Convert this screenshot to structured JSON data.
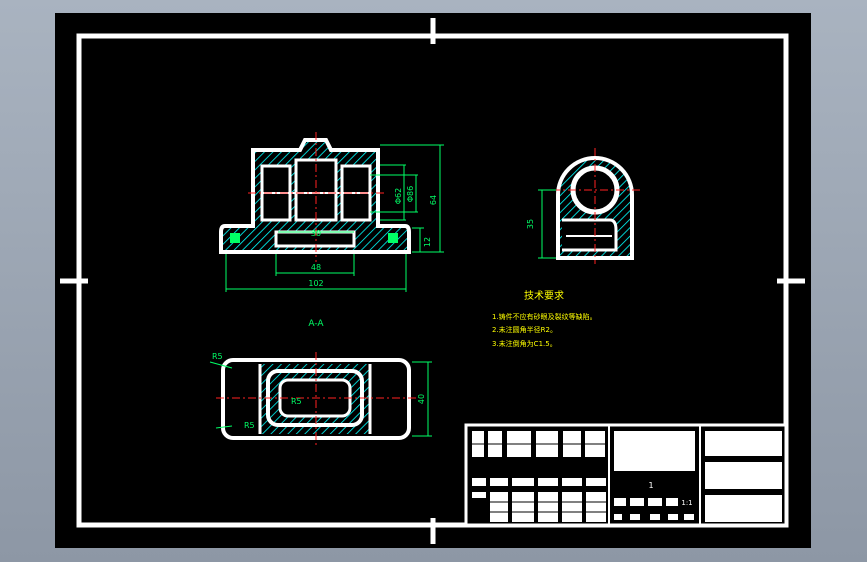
{
  "colors": {
    "background": "#9aa4b1",
    "paper": "#000000",
    "frame": "#ffffff",
    "dimension": "#00ff66",
    "centerline": "#ff2222",
    "hatch": "#00ffff",
    "text": "#ffff00"
  },
  "front_view": {
    "dims": {
      "phi62": "Φ62",
      "phi86": "Φ86",
      "h64": "64",
      "h12": "12",
      "w30": "30",
      "w48": "48",
      "w102": "102"
    }
  },
  "side_view": {
    "dims": {
      "h35": "35"
    }
  },
  "section_view": {
    "label": "A-A",
    "dims": {
      "r5_top": "R5",
      "r5_bottom": "R5",
      "r5_inner": "R5",
      "h40": "40"
    }
  },
  "tech_requirements": {
    "title": "技术要求",
    "items": [
      "1.铸件不应有砂眼及裂纹等缺陷。",
      "2.未注圆角半径R2。",
      "3.未注倒角为C1.5。"
    ]
  },
  "title_block": {
    "center_mark": "1",
    "scale_mark": "1:1"
  }
}
